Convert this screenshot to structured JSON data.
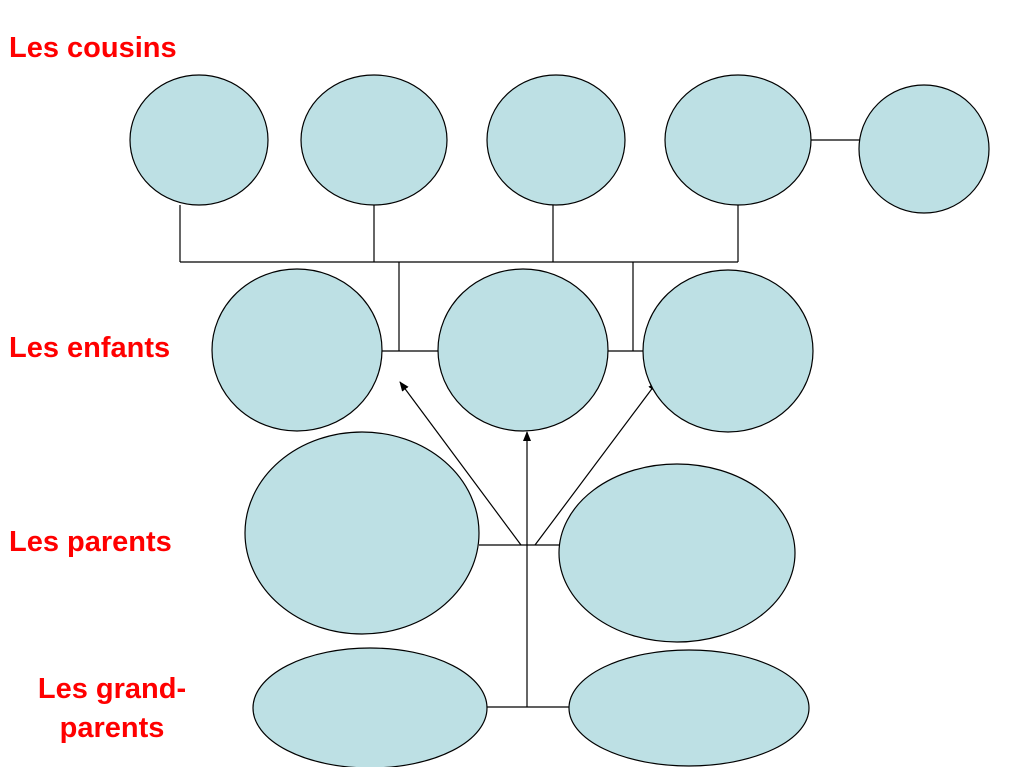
{
  "labels": {
    "cousins": "Les cousins",
    "enfants": "Les enfants",
    "parents": "Les parents",
    "grandparents_line1": "Les grand-",
    "grandparents_line2": "parents"
  },
  "colors": {
    "label": "#ff0000",
    "node_fill": "#bde0e4",
    "line": "#000000"
  }
}
